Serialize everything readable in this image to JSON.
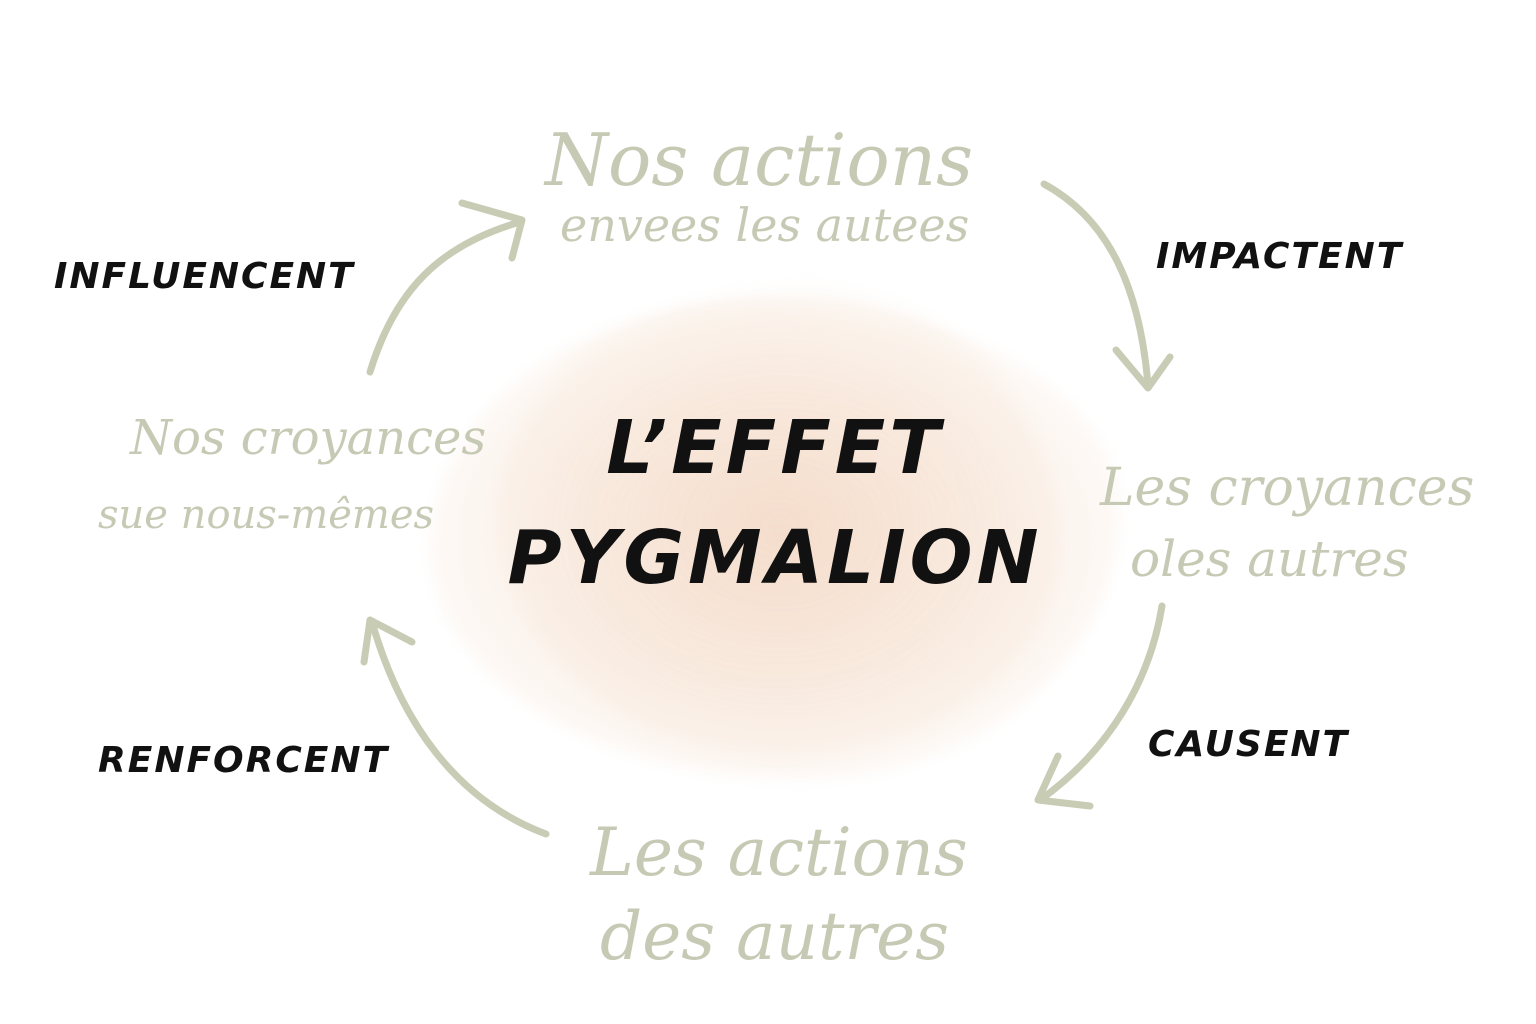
{
  "title": {
    "line1": "L’EFFET",
    "line2": "PYGMALION"
  },
  "nodes": {
    "top": {
      "line1": "Nos actions",
      "line2": "envees les autees"
    },
    "right": {
      "line1": "Les croyances",
      "line2": "oles autres"
    },
    "bottom": {
      "line1": "Les actions",
      "line2": "des autres"
    },
    "left": {
      "line1": "Nos croyances",
      "line2": "sue nous-mêmes"
    }
  },
  "verbs": {
    "influencent": "INFLUENCENT",
    "impactent": "IMPACTENT",
    "causent": "CAUSENT",
    "renforcent": "RENFORCENT"
  },
  "colors": {
    "node_text": "#c6cab4",
    "arrow": "#c8ccb4",
    "verb_text": "#111111",
    "blob": "#f3d7c3"
  },
  "icons": [
    "arrow-top-left",
    "arrow-top-right",
    "arrow-bottom-right",
    "arrow-bottom-left"
  ]
}
